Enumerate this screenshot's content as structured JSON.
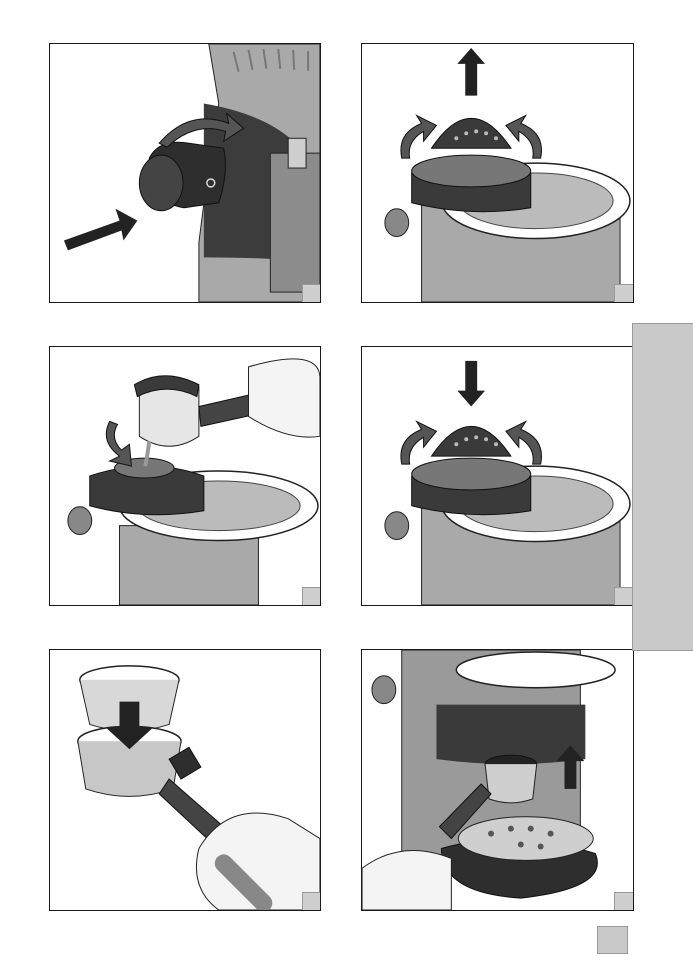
{
  "figures": [
    {
      "id": 1,
      "caption": "",
      "step_label": ""
    },
    {
      "id": 2,
      "caption": "",
      "step_label": ""
    },
    {
      "id": 3,
      "caption": "",
      "step_label": ""
    },
    {
      "id": 4,
      "caption": "",
      "step_label": ""
    },
    {
      "id": 5,
      "caption": "",
      "step_label": ""
    },
    {
      "id": 6,
      "caption": "",
      "step_label": ""
    }
  ],
  "side_tab": {
    "label": ""
  },
  "page_number": "",
  "colors": {
    "dark_part": "#3a3a3a",
    "mid_gray": "#9a9a9a",
    "light_gray": "#cfcfcf",
    "arrow": "#222222",
    "outline": "#1a1a1a"
  }
}
